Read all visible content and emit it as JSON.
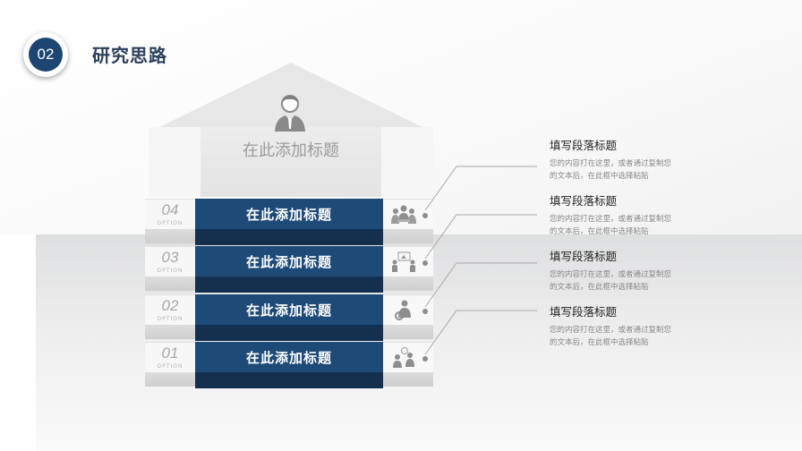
{
  "header": {
    "section_number": "02",
    "title": "研究思路"
  },
  "house": {
    "title": "在此添加标题",
    "icon": "person-icon"
  },
  "tiers": [
    {
      "number": "04",
      "option_label": "OPTION",
      "title": "在此添加标题",
      "icon": "team-meeting-icon"
    },
    {
      "number": "03",
      "option_label": "OPTION",
      "title": "在此添加标题",
      "icon": "presentation-icon"
    },
    {
      "number": "02",
      "option_label": "OPTION",
      "title": "在此添加标题",
      "icon": "person-gear-icon"
    },
    {
      "number": "01",
      "option_label": "OPTION",
      "title": "在此添加标题",
      "icon": "discussion-icon"
    }
  ],
  "blocks": [
    {
      "heading": "填写段落标题",
      "line1": "您的内容打在这里，或者通过复制您",
      "line2": "的文本后，在此框中选择粘贴"
    },
    {
      "heading": "填写段落标题",
      "line1": "您的内容打在这里，或者通过复制您",
      "line2": "的文本后，在此框中选择粘贴"
    },
    {
      "heading": "填写段落标题",
      "line1": "您的内容打在这里，或者通过复制您",
      "line2": "的文本后，在此框中选择粘贴"
    },
    {
      "heading": "填写段落标题",
      "line1": "您的内容打在这里，或者通过复制您",
      "line2": "的文本后，在此框中选择粘贴"
    }
  ],
  "colors": {
    "accent": "#1e4a78",
    "accent_dark": "#15304f",
    "title_text": "#2b3f5c"
  }
}
